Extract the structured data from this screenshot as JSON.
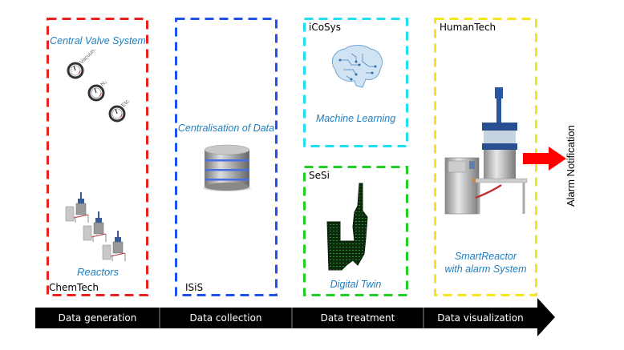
{
  "boxes": {
    "chemtech": {
      "org": "ChemTech",
      "caption_top": "Central Valve System",
      "gauges": [
        "Vacuum",
        "N₂",
        "Etc."
      ],
      "caption_bottom": "Reactors",
      "color": "#e8201e"
    },
    "isis": {
      "org": "ISiS",
      "caption": "Centralisation  of Data",
      "color": "#2050f0"
    },
    "icosys": {
      "org": "iCoSys",
      "caption": "Machine Learning",
      "color": "#20e0f0"
    },
    "sesi": {
      "org": "SeSi",
      "caption": "Digital Twin",
      "color": "#20d020"
    },
    "humantech": {
      "org": "HumanTech",
      "caption_line1": "SmartReactor",
      "caption_line2": "with alarm System",
      "color": "#f5e61a"
    }
  },
  "alarm": {
    "label": "Alarm Notification",
    "arrow_color": "#ff0000"
  },
  "timeline": {
    "stages": [
      "Data generation",
      "Data collection",
      "Data treatment",
      "Data visualization"
    ]
  }
}
